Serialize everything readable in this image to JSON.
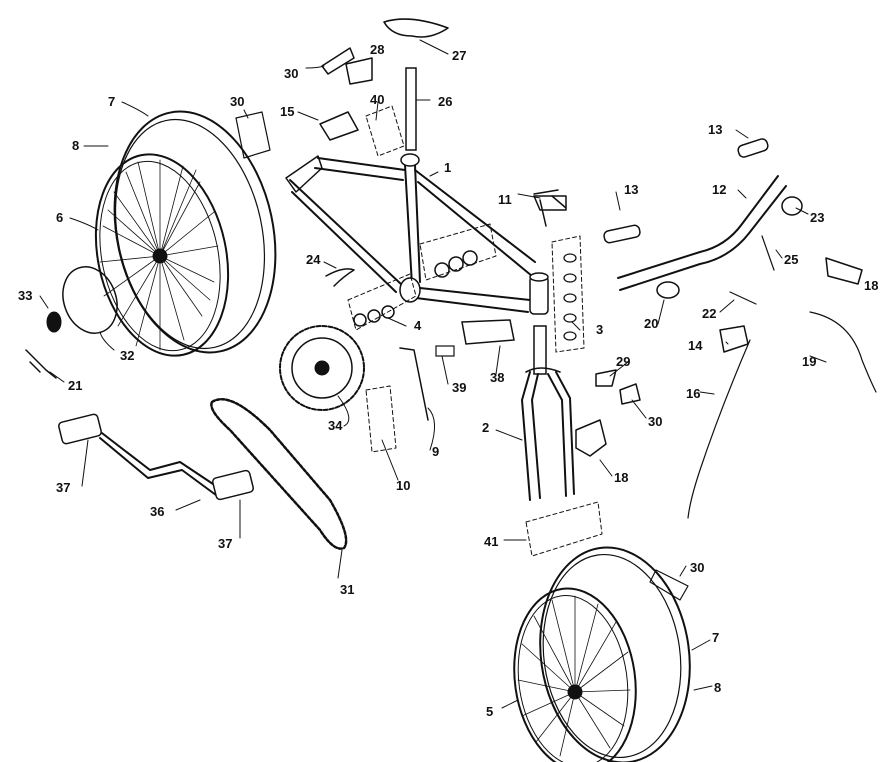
{
  "colors": {
    "ink": "#111111",
    "paper": "#ffffff"
  },
  "top_edge_marks": [
    {
      "name": "mark-a",
      "text": ""
    }
  ],
  "callouts": {
    "c1": "1",
    "c2": "2",
    "c3": "3",
    "c4": "4",
    "c5": "5",
    "c6": "6",
    "c7a": "7",
    "c7b": "7",
    "c8a": "8",
    "c8b": "8",
    "c9": "9",
    "c10": "10",
    "c11": "11",
    "c12": "12",
    "c13a": "13",
    "c13b": "13",
    "c14": "14",
    "c15": "15",
    "c16": "16",
    "c18a": "18",
    "c18b": "18",
    "c19": "19",
    "c20": "20",
    "c21": "21",
    "c22": "22",
    "c23": "23",
    "c24": "24",
    "c25": "25",
    "c26": "26",
    "c27": "27",
    "c28": "28",
    "c29": "29",
    "c30a": "30",
    "c30b": "30",
    "c30c": "30",
    "c30d": "30",
    "c31": "31",
    "c32": "32",
    "c33": "33",
    "c34": "34",
    "c36": "36",
    "c37a": "37",
    "c37b": "37",
    "c38": "38",
    "c39": "39",
    "c40": "40",
    "c41": "41"
  }
}
